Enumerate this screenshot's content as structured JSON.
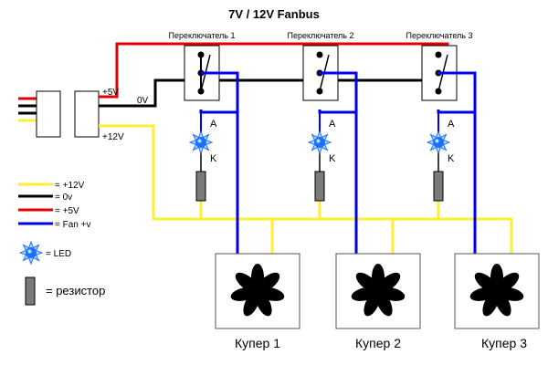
{
  "title": "7V / 12V Fanbus",
  "switches": [
    {
      "label": "Переключатель 1"
    },
    {
      "label": "Переключатель 2"
    },
    {
      "label": "Переключатель 3"
    }
  ],
  "connector_labels": {
    "plus5v": "+5V",
    "zero_v": "0V",
    "plus12v": "+12V"
  },
  "led_pins": {
    "anode": "A",
    "cathode": "K"
  },
  "coolers": [
    {
      "label": "Купер 1"
    },
    {
      "label": "Купер 2"
    },
    {
      "label": "Купер 3"
    }
  ],
  "legend": [
    {
      "kind": "line",
      "color": "#ffee33",
      "label": "= +12V"
    },
    {
      "kind": "line",
      "color": "#000000",
      "label": "= 0v"
    },
    {
      "kind": "line",
      "color": "#e00000",
      "label": "= +5V"
    },
    {
      "kind": "line",
      "color": "#0000ee",
      "label": "= Fan +v"
    },
    {
      "kind": "led",
      "label": "= LED"
    },
    {
      "kind": "resistor",
      "label": "= резистор"
    }
  ],
  "colors": {
    "plus12v": "#ffee33",
    "zero_v": "#000000",
    "plus5v": "#e00000",
    "fan_v": "#0000ee",
    "led": "#1f6fff",
    "led_glow": "#a8dcff",
    "resistor": "#7a7a7a"
  }
}
